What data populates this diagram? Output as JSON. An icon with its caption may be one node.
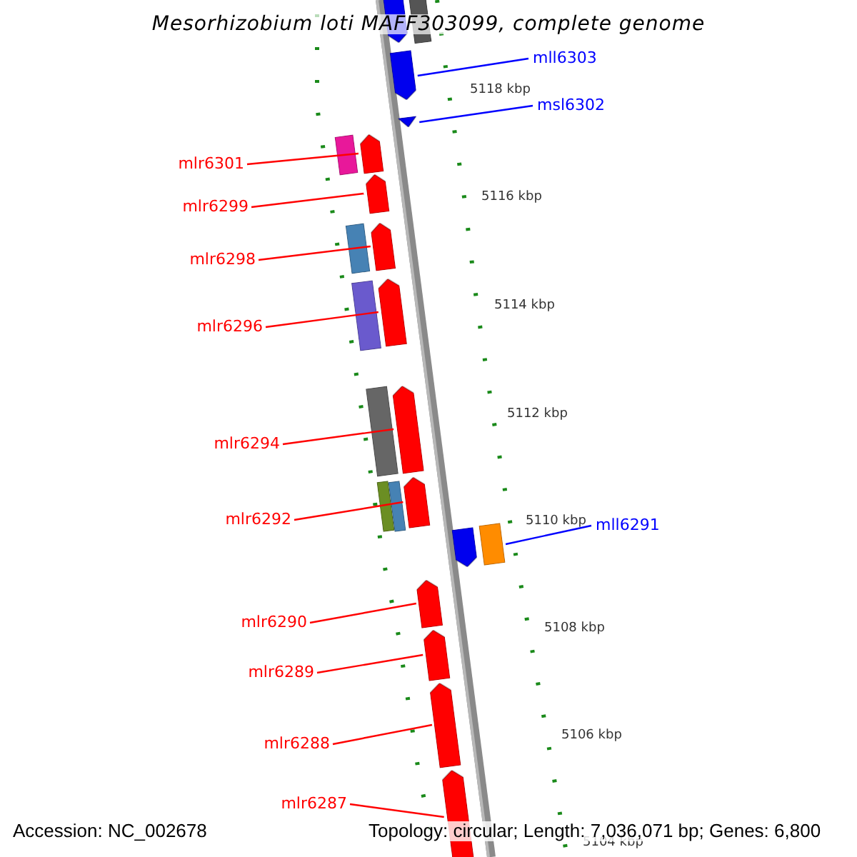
{
  "diagram": {
    "title": "Mesorhizobium loti MAFF303099, complete genome",
    "nodes": [
      {
        "text": [
          "mll6303"
        ]
      },
      {
        "text": [],
        "shape": "arrow"
      },
      {
        "text": [
          "msl6302"
        ]
      },
      {
        "text": [],
        "shape": "arrow"
      },
      {
        "text": [
          "mlr6301"
        ]
      },
      {
        "text": [],
        "shape": "arrow"
      },
      {
        "text": [
          "mlr6299"
        ]
      },
      {
        "text": [],
        "shape": "arrow"
      },
      {
        "text": [
          "mlr6298"
        ]
      },
      {
        "text": [],
        "shape": "arrow"
      },
      {
        "text": [
          "mlr6296"
        ]
      },
      {
        "text": [],
        "shape": "arrow"
      },
      {
        "text": [
          "mlr6294"
        ]
      },
      {
        "text": [],
        "shape": "arrow"
      },
      {
        "text": [
          "mlr6292"
        ]
      },
      {
        "text": [],
        "shape": "arrow"
      },
      {
        "text": [
          "mll6291"
        ]
      },
      {
        "text": [],
        "shape": "bar"
      },
      {
        "text": [
          "mlr6290"
        ]
      },
      {
        "text": [],
        "shape": "arrow"
      },
      {
        "text": [
          "mlr6289"
        ]
      },
      {
        "text": [],
        "shape": "arrow"
      },
      {
        "text": [
          "mlr6288"
        ]
      },
      {
        "text": [],
        "shape": "arrow"
      },
      {
        "text": [
          "mlr6287"
        ]
      },
      {
        "text": [],
        "shape": "arrow"
      },
      {
        "text": [],
        "shape": "arrow"
      },
      {
        "text": [],
        "shape": "bar"
      },
      {
        "text": [],
        "shape": "bar"
      },
      {
        "text": [],
        "shape": "bar"
      },
      {
        "text": [],
        "shape": "bar"
      },
      {
        "text": [],
        "shape": "bar"
      },
      {
        "text": [],
        "shape": "bar"
      },
      {
        "text": [],
        "shape": "bar"
      },
      {
        "text": [],
        "shape": "arrow"
      }
    ],
    "edges": [
      {
        "from": 0,
        "to": 1,
        "arrow": "none",
        "color": "#0000ff"
      },
      {
        "from": 2,
        "to": 3,
        "arrow": "none",
        "color": "#0000ff"
      },
      {
        "from": 4,
        "to": 5,
        "arrow": "none"
      },
      {
        "from": 6,
        "to": 7,
        "arrow": "none"
      },
      {
        "from": 8,
        "to": 9,
        "arrow": "none"
      },
      {
        "from": 10,
        "to": 11,
        "arrow": "none"
      },
      {
        "from": 12,
        "to": 13,
        "arrow": "none"
      },
      {
        "from": 14,
        "to": 15,
        "arrow": "none"
      },
      {
        "from": 16,
        "to": 17,
        "arrow": "none",
        "color": "#0000ff"
      },
      {
        "from": 18,
        "to": 19,
        "arrow": "none"
      },
      {
        "from": 20,
        "to": 21,
        "arrow": "none"
      },
      {
        "from": 22,
        "to": 23,
        "arrow": "none"
      },
      {
        "from": 24,
        "to": 25,
        "arrow": "none"
      }
    ],
    "labels": [
      "5118 kbp",
      "5116 kbp",
      "5114 kbp",
      "5112 kbp",
      "5110 kbp",
      "5108 kbp",
      "5106 kbp",
      "5104 kbp",
      "Accession: NC_002678",
      "Topology: circular; Length: 7,036,071 bp; Genes: 6,800"
    ]
  }
}
